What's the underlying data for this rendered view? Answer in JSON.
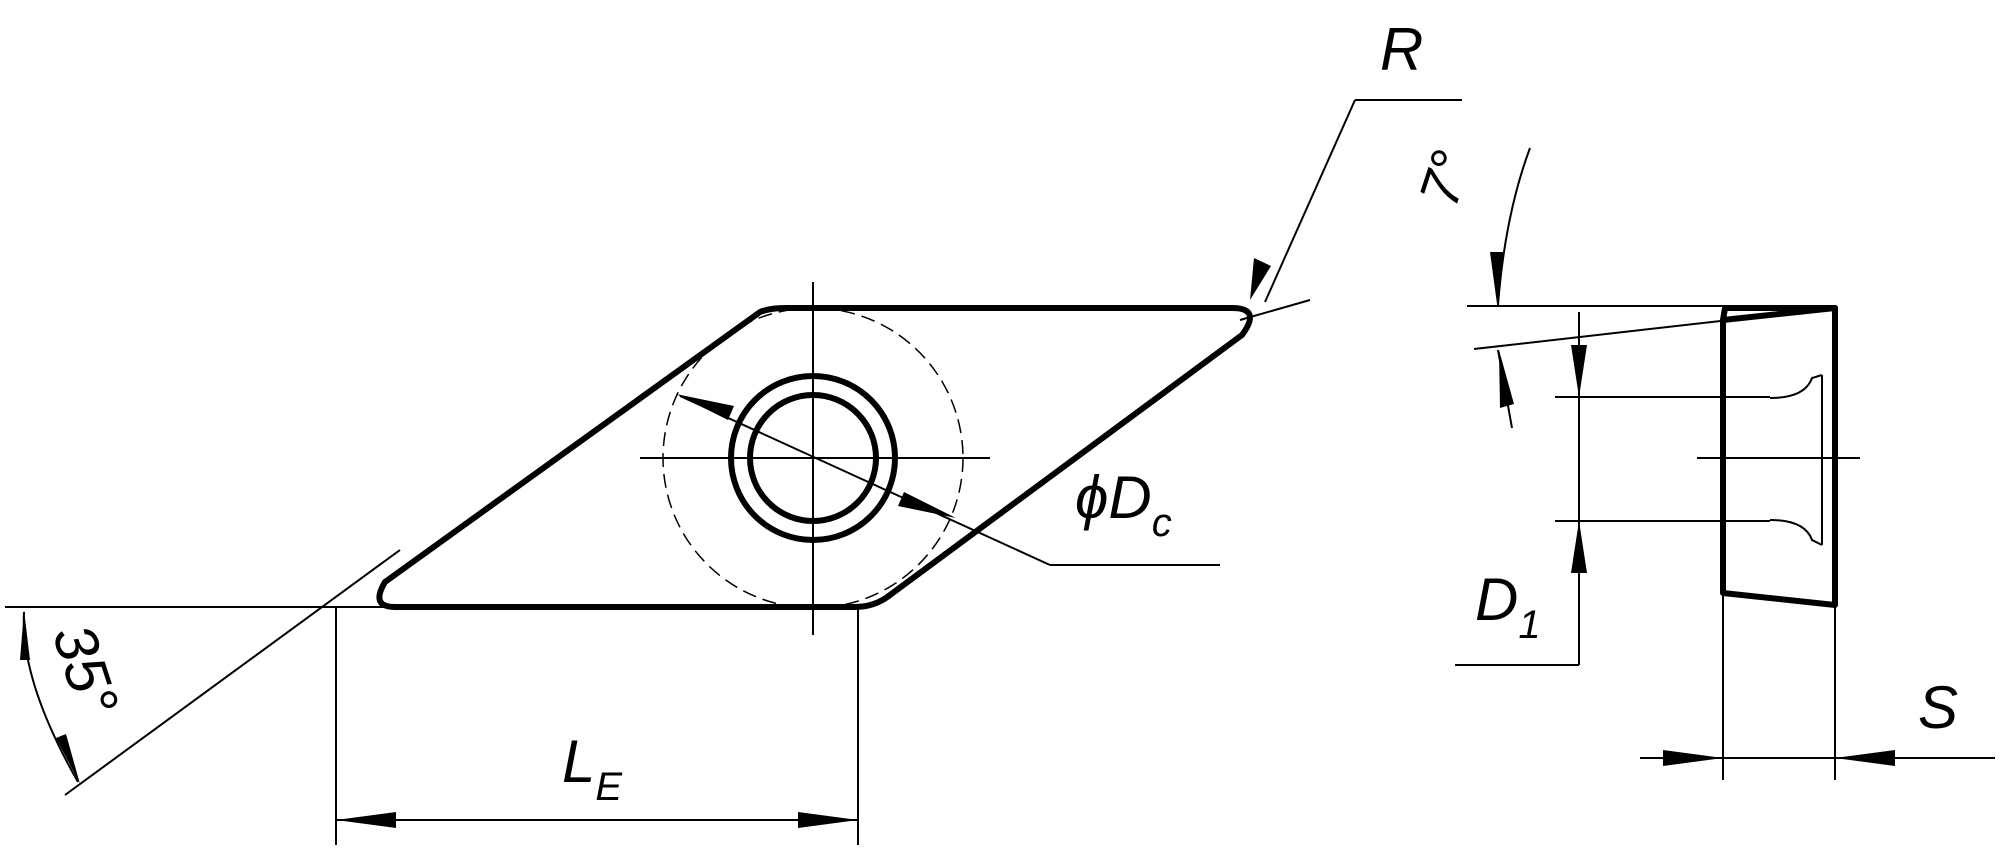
{
  "labels": {
    "radius": "R",
    "angle_small": "7°",
    "diameter_symbol": "ϕD",
    "diameter_sub": "c",
    "hole_dia": "D",
    "hole_dia_sub": "1",
    "angle_main": "35°",
    "edge_length": "L",
    "edge_length_sub": "E",
    "thickness": "S"
  }
}
